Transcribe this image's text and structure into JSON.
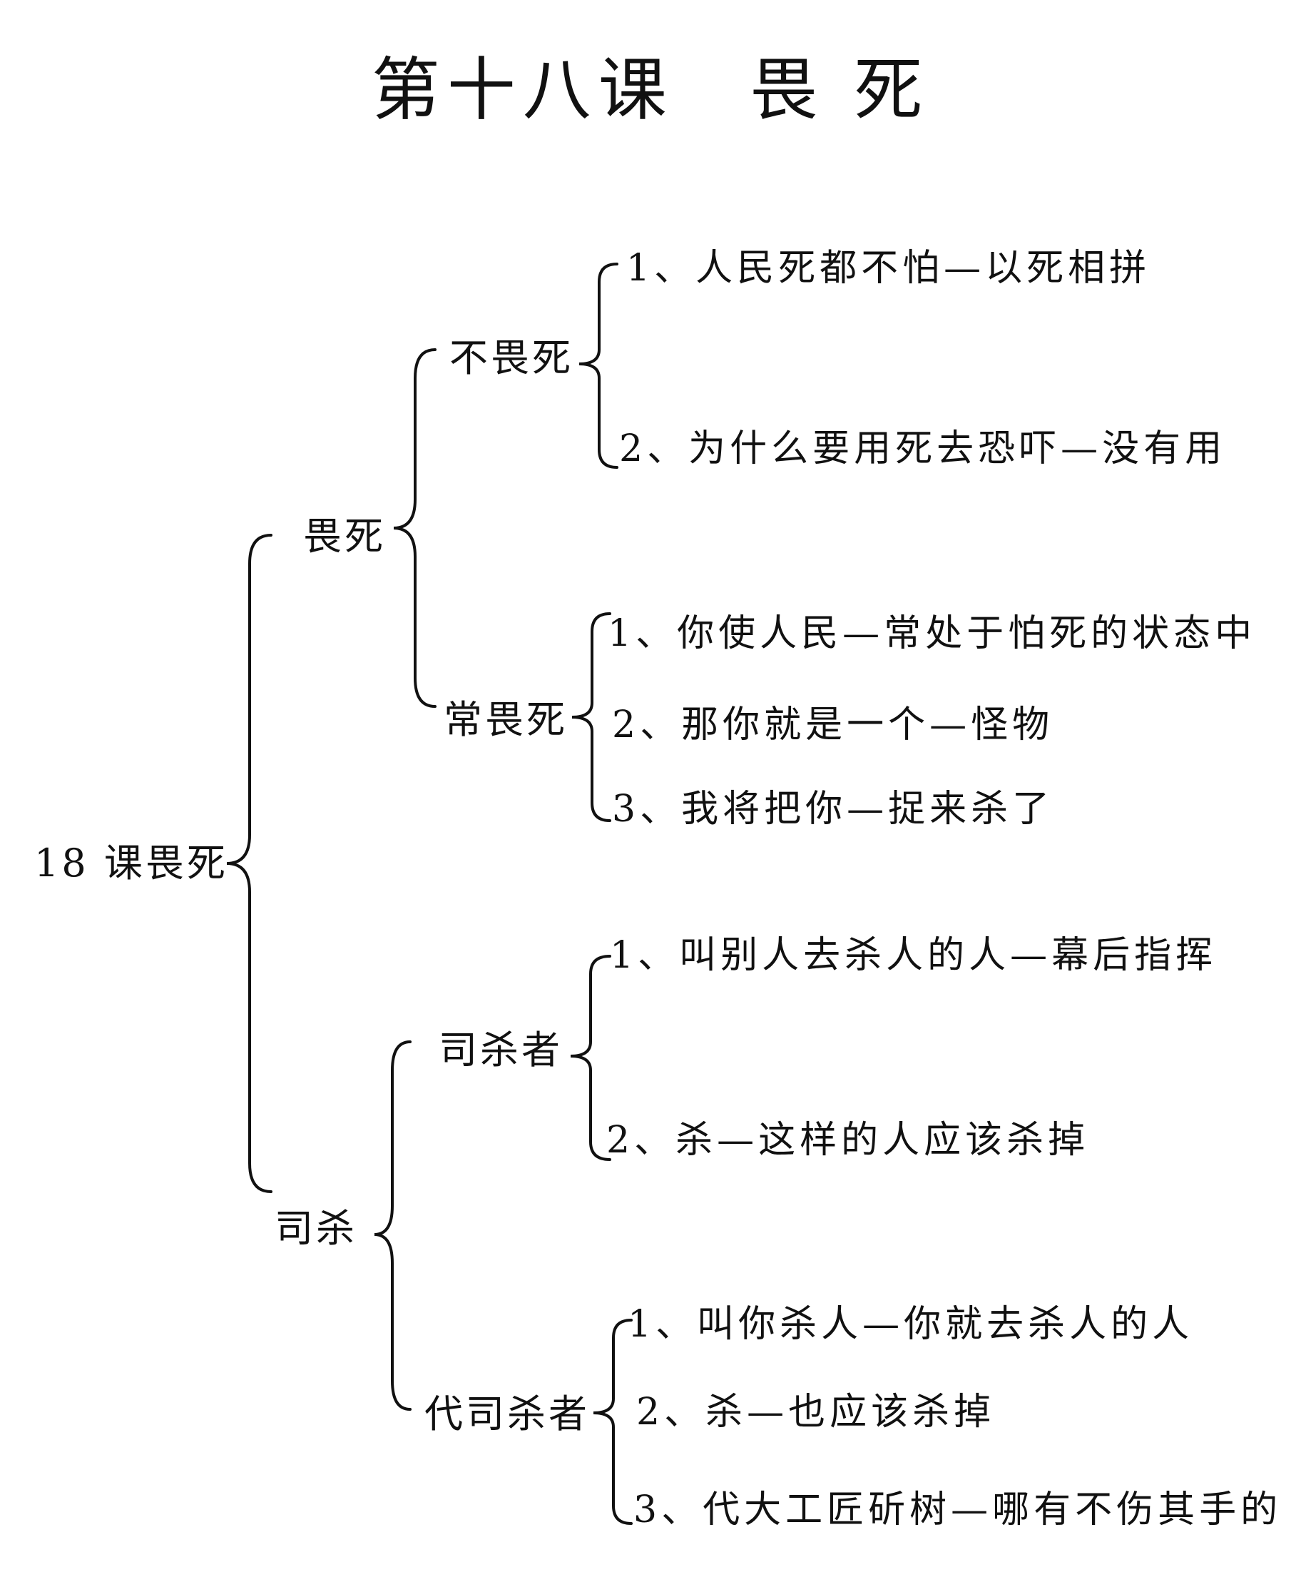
{
  "title": "第十八课　畏 死",
  "root": "18 课畏死",
  "branches": [
    {
      "label": "畏死",
      "children": [
        {
          "label": "不畏死",
          "items": [
            "1、人民死都不怕—以死相拼",
            "2、为什么要用死去恐吓—没有用"
          ]
        },
        {
          "label": "常畏死",
          "items": [
            "1、你使人民—常处于怕死的状态中",
            "2、那你就是一个—怪物",
            "3、我将把你—捉来杀了"
          ]
        }
      ]
    },
    {
      "label": "司杀",
      "children": [
        {
          "label": "司杀者",
          "items": [
            "1、叫别人去杀人的人—幕后指挥",
            "2、杀—这样的人应该杀掉"
          ]
        },
        {
          "label": "代司杀者",
          "items": [
            "1、叫你杀人—你就去杀人的人",
            "2、杀—也应该杀掉",
            "3、代大工匠斫树—哪有不伤其手的"
          ]
        }
      ]
    }
  ]
}
